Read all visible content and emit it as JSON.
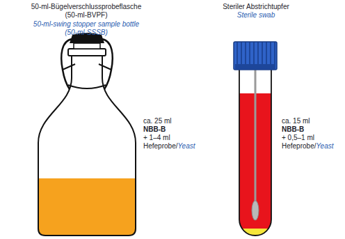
{
  "diagram": {
    "labels": [
      "50-ml-Bügelverschlussprobeflasche",
      "(50-ml-BVPF)",
      "50-ml-swing stopper sample bottle",
      "(50-ml-SSSB)",
      "ca. 25 ml",
      "NBB-B",
      "+ 1–4 ml",
      "Hefeprobe/",
      "Yeast",
      "Steriler Abstrichtupfer",
      "Sterile swab",
      "ca. 15 ml",
      "NBB-B",
      "+ 0,5–1 ml",
      "Hefeprobe/",
      "Yeast"
    ]
  }
}
